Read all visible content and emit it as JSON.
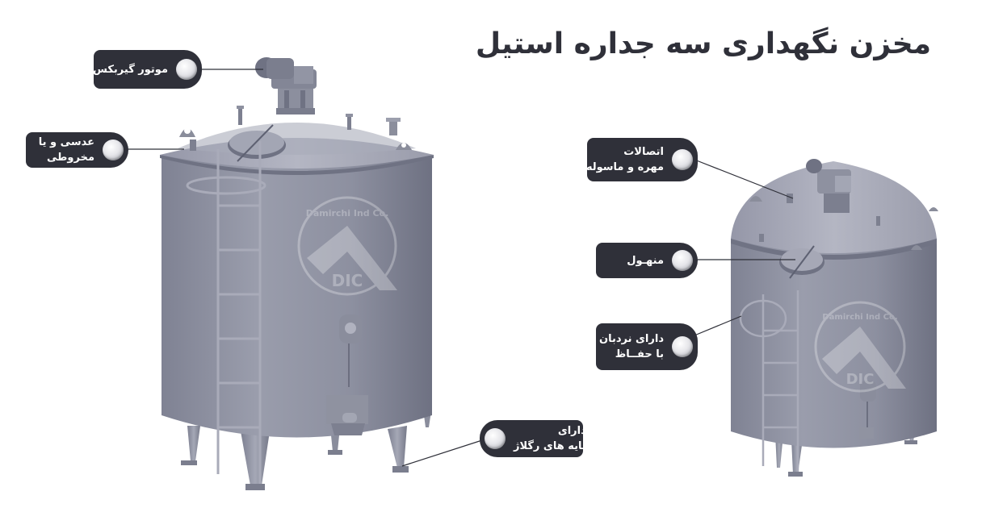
{
  "title": "مخزن نگهداری سه جداره استیل",
  "watermark": {
    "text": "Damirchi Ind Co.",
    "logo": "DIC"
  },
  "callouts": [
    {
      "id": "gearbox",
      "lines": [
        "موتور گیربکس"
      ]
    },
    {
      "id": "cone",
      "lines": [
        "عدسی و یا",
        "مخروطی"
      ]
    },
    {
      "id": "legs",
      "lines": [
        "دارای",
        "پایه های رگلاژ"
      ]
    },
    {
      "id": "fittings",
      "lines": [
        "اتصالات",
        "مهره و ماسوله"
      ]
    },
    {
      "id": "manhole",
      "lines": [
        "منهـول"
      ]
    },
    {
      "id": "ladder",
      "lines": [
        "دارای نردبان",
        "با حفــاظ"
      ]
    }
  ],
  "colors": {
    "label_bg": "#2f3039",
    "tank_body": "#8e91a1",
    "title": "#2f3039"
  }
}
